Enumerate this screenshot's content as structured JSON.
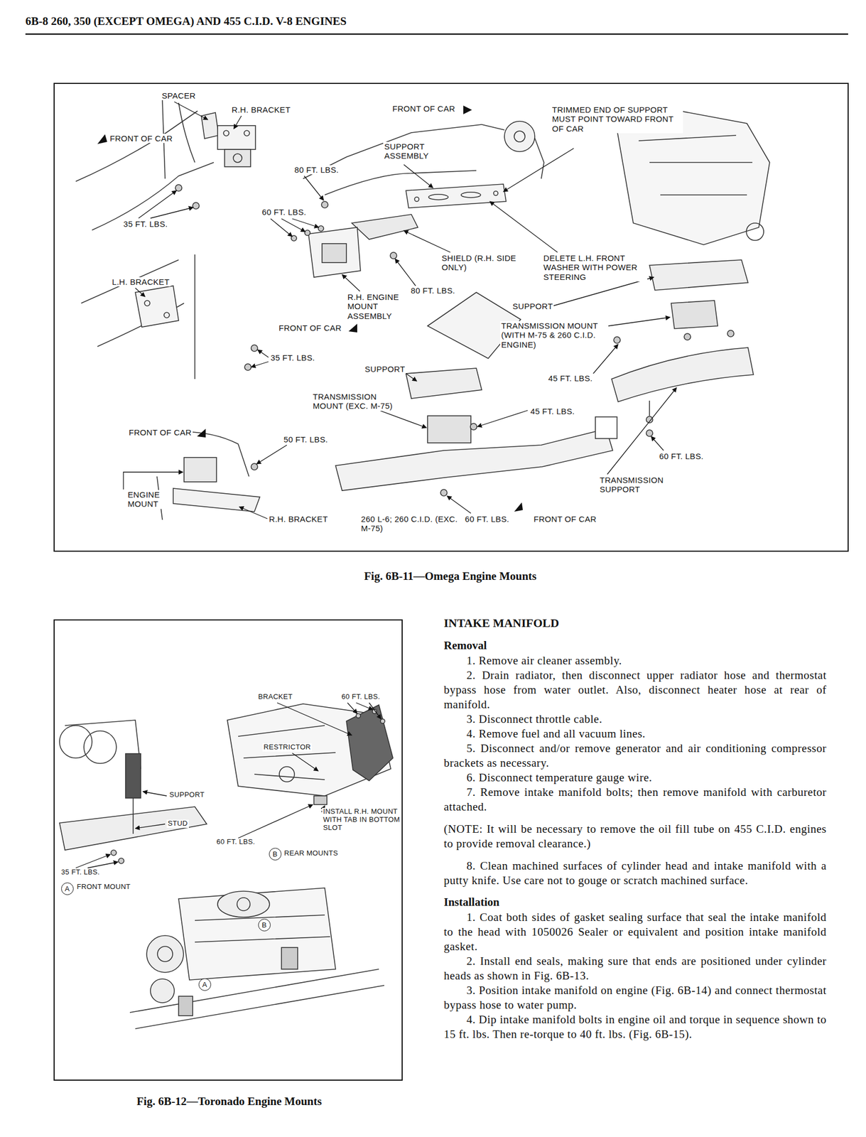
{
  "diagram": {
    "title": "6B-8 260, 350 (EXCEPT OMEGA) AND 455 C.I.D. V-8 ENGINES",
    "nodes": [
      {
        "text": [
          "B"
        ]
      },
      {
        "text": [
          "A"
        ]
      },
      {
        "text": [
          "B"
        ]
      },
      {
        "text": [
          "A"
        ]
      }
    ],
    "labels": [
      "SPACER",
      "R.H. BRACKET",
      "FRONT OF CAR",
      "80 FT. LBS.",
      "FRONT OF CAR",
      "SUPPORT ASSEMBLY",
      "TRIMMED END OF SUPPORT MUST POINT TOWARD FRONT OF CAR",
      "60 FT. LBS.",
      "35 FT. LBS.",
      "SHIELD (R.H. SIDE ONLY)",
      "DELETE L.H. FRONT WASHER WITH POWER STEERING",
      "L.H. BRACKET",
      "R.H. ENGINE MOUNT ASSEMBLY",
      "80 FT. LBS.",
      "SUPPORT",
      "FRONT OF CAR",
      "TRANSMISSION MOUNT (WITH M-75 & 260 C.I.D. ENGINE)",
      "35 FT. LBS.",
      "SUPPORT",
      "45 FT. LBS.",
      "TRANSMISSION MOUNT (EXC. M-75)",
      "45 FT. LBS.",
      "FRONT OF CAR",
      "50 FT. LBS.",
      "60 FT. LBS.",
      "TRANSMISSION SUPPORT",
      "ENGINE MOUNT",
      "R.H. BRACKET",
      "260 L-6; 260 C.I.D. (EXC. M-75)",
      "60 FT. LBS.",
      "FRONT OF CAR",
      "Fig. 6B-11—Omega Engine Mounts",
      "BRACKET",
      "60 FT. LBS.",
      "RESTRICTOR",
      "SUPPORT",
      "INSTALL R.H. MOUNT WITH TAB IN BOTTOM SLOT",
      "STUD",
      "60 FT. LBS.",
      "REAR MOUNTS",
      "35 FT. LBS.",
      "FRONT MOUNT",
      "Fig. 6B-12—Toronado Engine Mounts",
      "INTAKE MANIFOLD",
      "Removal",
      "1. Remove air cleaner assembly.",
      "2. Drain radiator, then disconnect upper radiator hose and thermostat bypass hose from water outlet. Also, disconnect heater hose at rear of manifold.",
      "3. Disconnect throttle cable.",
      "4. Remove fuel and all vacuum lines.",
      "5. Disconnect and/or remove generator and air conditioning compressor brackets as necessary.",
      "6. Disconnect temperature gauge wire.",
      "7. Remove intake manifold bolts; then remove manifold with carburetor attached.",
      "(NOTE: It will be necessary to remove the oil fill tube on 455 C.I.D. engines to provide removal clearance.)",
      "8. Clean machined surfaces of cylinder head and intake manifold with a putty knife. Use care not to gouge or scratch machined surface.",
      "Installation",
      "1. Coat both sides of gasket sealing surface that seal the intake manifold to the head with 1050026 Sealer or equivalent and position intake manifold gasket.",
      "2. Install end seals, making sure that ends are positioned under cylinder heads as shown in Fig. 6B-13.",
      "3. Position intake manifold on engine (Fig. 6B-14) and connect thermostat bypass hose to water pump.",
      "4. Dip intake manifold bolts in engine oil and torque in sequence shown to 15 ft. lbs. Then re-torque to 40 ft. lbs. (Fig. 6B-15)."
    ]
  }
}
